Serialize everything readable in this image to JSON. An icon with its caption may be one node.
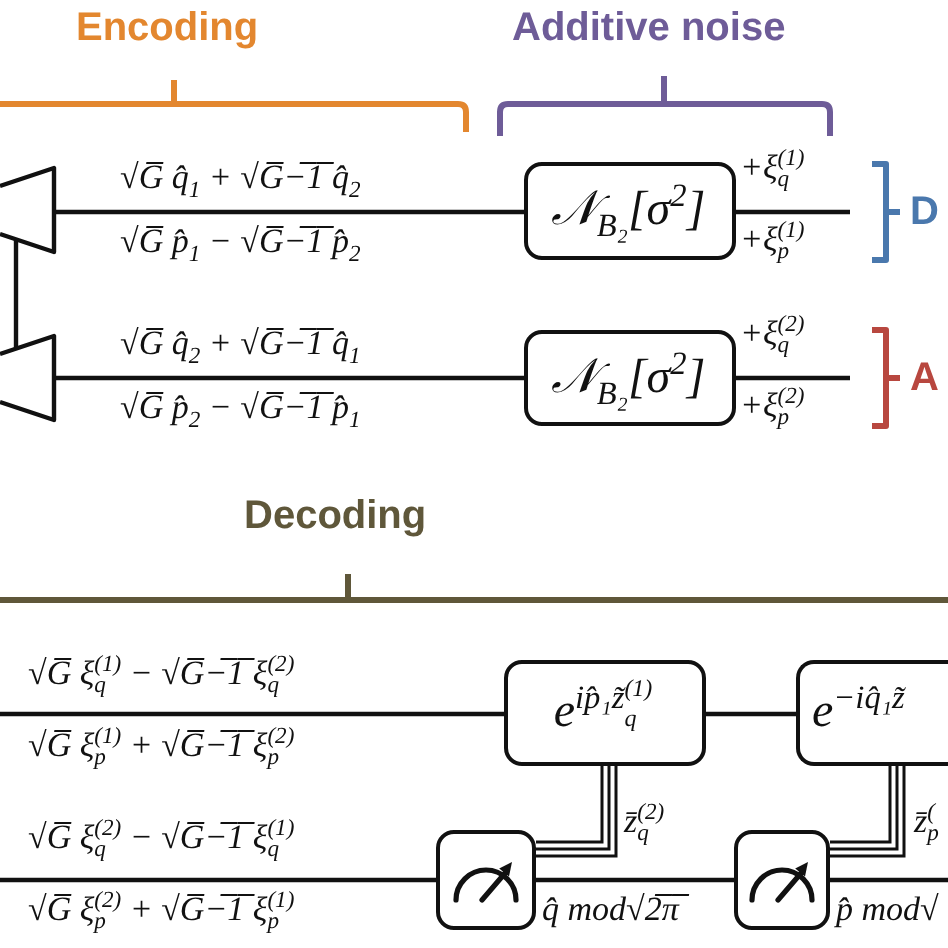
{
  "diagram": {
    "nodes": [
      {
        "text": [],
        "shape": "trapezoid"
      },
      {
        "text": [],
        "shape": "trapezoid"
      },
      {
        "text": [
          "𝒩$_{B₂}$[σ$^{2}$]"
        ]
      },
      {
        "text": [
          "𝒩$_{B₂}$[σ$^{2}$]"
        ]
      },
      {
        "text": [
          "e$^{ip̂₁z̃}$$_{q}$$^{(1)}$"
        ]
      },
      {
        "text": [
          "e$^{−iq̂₁z̃}$"
        ]
      },
      {
        "text": [],
        "shape": "meter",
        "beside": [
          "q̂ mod√2̅π̅"
        ]
      },
      {
        "text": [],
        "shape": "meter",
        "beside": [
          "p̂ mod√"
        ]
      }
    ],
    "edges": [
      {
        "from": 0,
        "to": 1,
        "arrow": "none"
      },
      {
        "from": 0,
        "to": 2,
        "arrow": "none"
      },
      {
        "from": 2,
        "to": null,
        "arrow": "none"
      },
      {
        "from": 1,
        "to": 3,
        "arrow": "none"
      },
      {
        "from": 3,
        "to": null,
        "arrow": "none"
      },
      {
        "from": null,
        "to": 4,
        "arrow": "none"
      },
      {
        "from": 4,
        "to": 5,
        "arrow": "none"
      },
      {
        "from": null,
        "to": 6,
        "arrow": "none"
      },
      {
        "from": 6,
        "to": 7,
        "arrow": "none"
      },
      {
        "from": 7,
        "to": null,
        "arrow": "none"
      },
      {
        "from": 6,
        "to": 4,
        "arrow": "none",
        "label": "z̄$_{q}$$^{(2)}$"
      },
      {
        "from": 7,
        "to": 5,
        "arrow": "none",
        "label": "z̄$_{p}$$^{(}$"
      }
    ],
    "labels": [
      "Encoding",
      "Additive noise",
      "√G̅ q̂$_{1}$ + √G̅−̅1̅ q̂$_{2}$",
      "+ξ$_{q}$$^{(1)}$",
      "D",
      "√G̅ p̂$_{1}$ − √G̅−̅1̅ p̂$_{2}$",
      "+ξ$_{p}$$^{(1)}$",
      "√G̅ q̂$_{2}$ + √G̅−̅1̅ q̂$_{1}$",
      "+ξ$_{q}$$^{(2)}$",
      "A",
      "√G̅ p̂$_{2}$ − √G̅−̅1̅ p̂$_{1}$",
      "+ξ$_{p}$$^{(2)}$",
      "Decoding",
      "√G̅ ξ$_{q}$$^{(1)}$ − √G̅−̅1̅ ξ$_{q}$$^{(2)}$",
      "√G̅ ξ$_{p}$$^{(1)}$ + √G̅−̅1̅ ξ$_{p}$$^{(2)}$",
      "√G̅ ξ$_{q}$$^{(2)}$ − √G̅−̅1̅ ξ$_{q}$$^{(1)}$",
      "√G̅ ξ$_{p}$$^{(2)}$ + √G̅−̅1̅ ξ$_{p}$$^{(1)}$"
    ]
  }
}
